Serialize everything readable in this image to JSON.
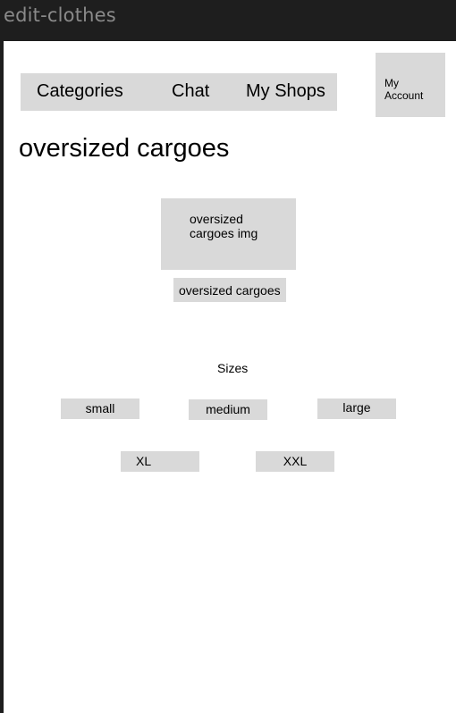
{
  "window": {
    "title": "edit-clothes"
  },
  "nav": {
    "categories": "Categories",
    "chat": "Chat",
    "my_shops": "My Shops"
  },
  "account": {
    "label": "My Account"
  },
  "product": {
    "title": "oversized cargoes",
    "image_placeholder": "oversized cargoes img",
    "name": "oversized cargoes"
  },
  "sizes": {
    "heading": "Sizes",
    "options": [
      "small",
      "medium",
      "large",
      "XL",
      "XXL"
    ]
  },
  "colors": {
    "frame_bg": "#1e1e1e",
    "canvas_bg": "#ffffff",
    "placeholder_bg": "#d9d9d9",
    "title_text": "#8a8a8a"
  }
}
